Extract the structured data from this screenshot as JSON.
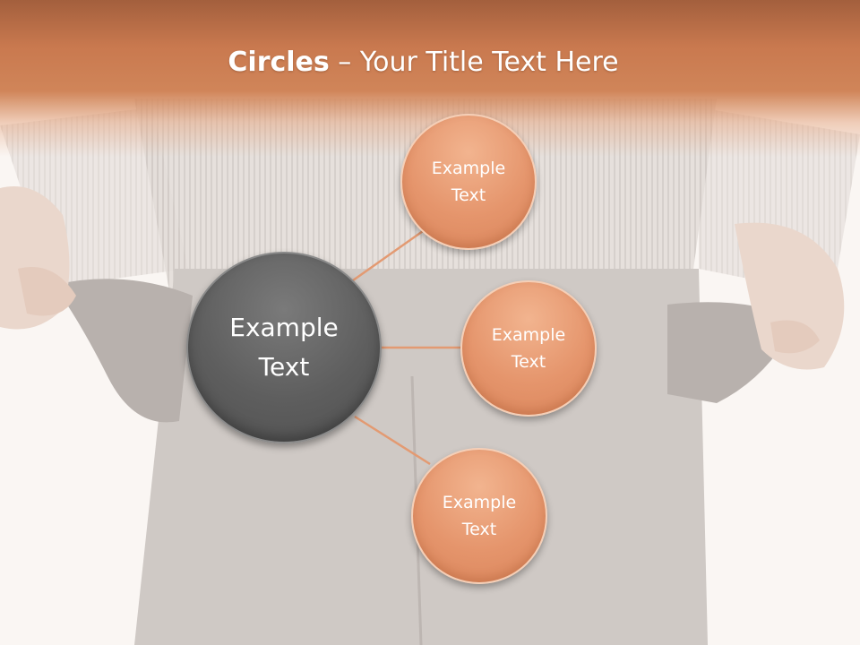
{
  "slide": {
    "title_bold": "Circles",
    "title_rest": " – Your Title Text Here"
  },
  "diagram": {
    "center": {
      "line1": "Example",
      "line2": "Text"
    },
    "nodes": [
      {
        "line1": "Example",
        "line2": "Text"
      },
      {
        "line1": "Example",
        "line2": "Text"
      },
      {
        "line1": "Example",
        "line2": "Text"
      }
    ]
  },
  "colors": {
    "title_band": "#c9794f",
    "center_circle": "#5e5e5e",
    "node_circle": "#e5956c",
    "connector": "#e39a72"
  }
}
